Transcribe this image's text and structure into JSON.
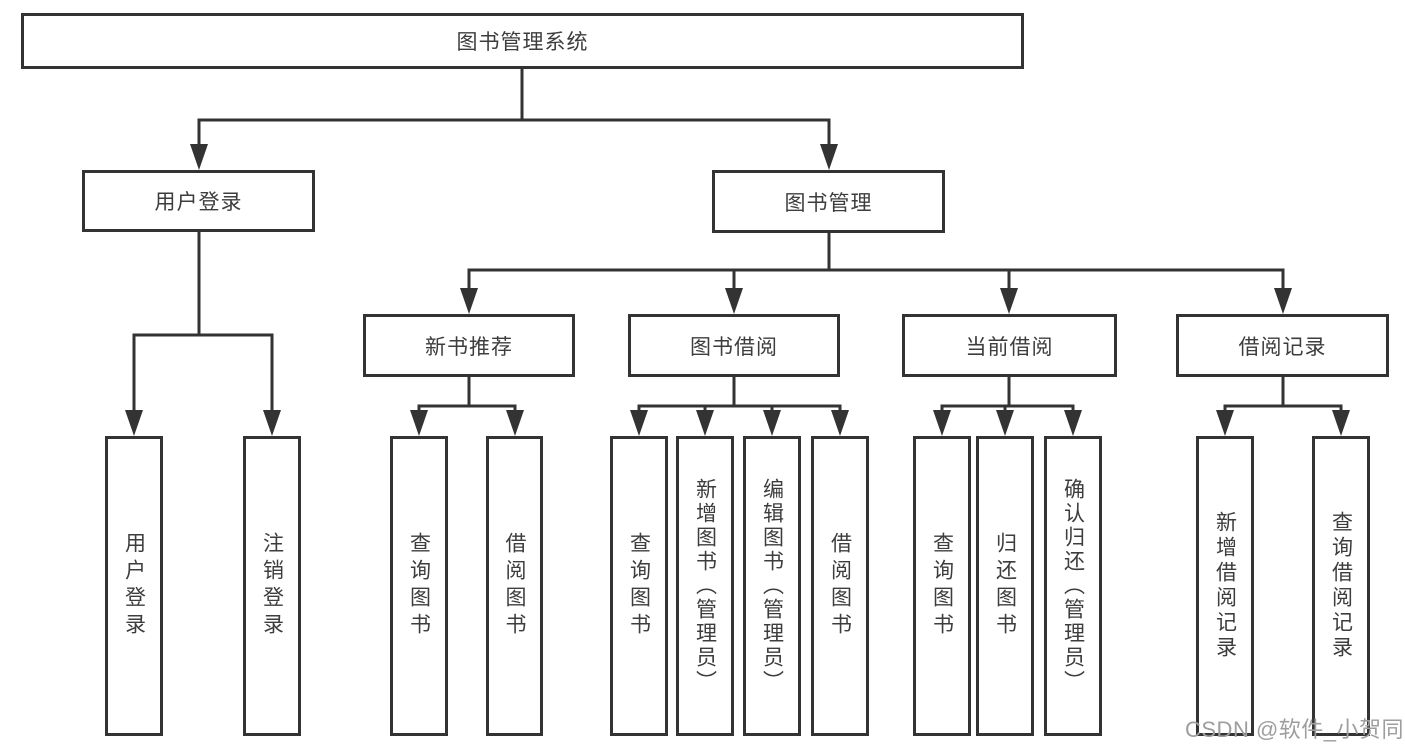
{
  "diagram_title": "图书管理系统",
  "tree": {
    "root": {
      "label": "图书管理系统"
    },
    "level2": [
      {
        "label": "用户登录"
      },
      {
        "label": "图书管理"
      }
    ],
    "level3": [
      {
        "label": "新书推荐",
        "parent": "图书管理"
      },
      {
        "label": "图书借阅",
        "parent": "图书管理"
      },
      {
        "label": "当前借阅",
        "parent": "图书管理"
      },
      {
        "label": "借阅记录",
        "parent": "图书管理"
      }
    ],
    "leaves": [
      {
        "label": "用户登录",
        "parent": "用户登录"
      },
      {
        "label": "注销登录",
        "parent": "用户登录"
      },
      {
        "label": "查询图书",
        "parent": "新书推荐"
      },
      {
        "label": "借阅图书",
        "parent": "新书推荐"
      },
      {
        "label": "查询图书",
        "parent": "图书借阅"
      },
      {
        "label": "新增图书（管理员）",
        "parent": "图书借阅"
      },
      {
        "label": "编辑图书（管理员）",
        "parent": "图书借阅"
      },
      {
        "label": "借阅图书",
        "parent": "图书借阅"
      },
      {
        "label": "查询图书",
        "parent": "当前借阅"
      },
      {
        "label": "归还图书",
        "parent": "当前借阅"
      },
      {
        "label": "确认归还（管理员）",
        "parent": "当前借阅"
      },
      {
        "label": "新增借阅记录",
        "parent": "借阅记录"
      },
      {
        "label": "查询借阅记录",
        "parent": "借阅记录"
      }
    ]
  },
  "watermark": "CSDN @软件_小贺同学",
  "colors": {
    "line": "#333333",
    "border": "#333333",
    "text": "#3d3d3d",
    "watermark_text": "#9e9e9e",
    "background": "#ffffff"
  }
}
